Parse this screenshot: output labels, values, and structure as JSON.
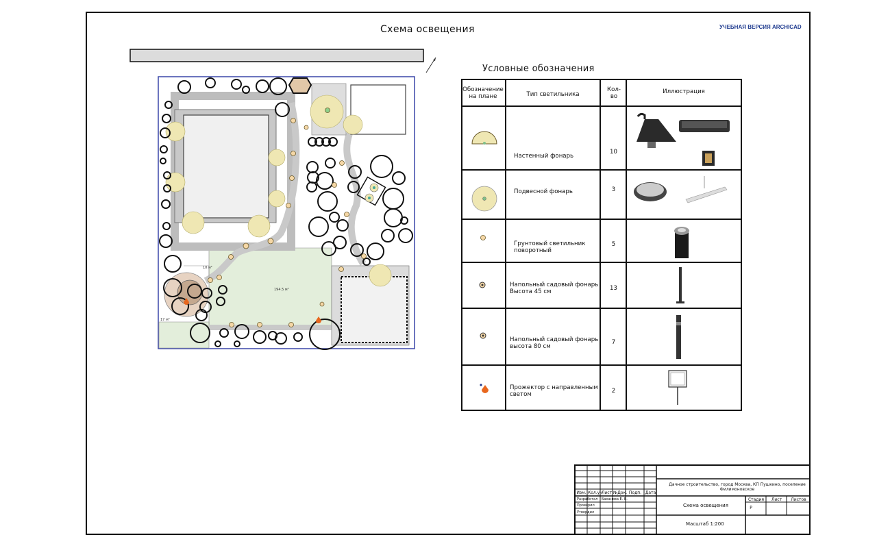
{
  "sheet": {
    "title": "Схема освещения",
    "watermark": "УЧЕБНАЯ ВЕРСИЯ ARCHICAD"
  },
  "plan": {
    "area_main": "194.5 м²",
    "area_small": "10 м²",
    "area_corner": "17 м²"
  },
  "legend": {
    "title": "Условные обозначения",
    "headers": {
      "symbol": "Обозначение на плане",
      "type": "Тип светильника",
      "count": "Кол-во",
      "illustration": "Иллюстрация"
    },
    "rows": [
      {
        "icon": "wall-lamp-icon",
        "type": "Настенный фонарь",
        "count": "10"
      },
      {
        "icon": "pendant-lamp-icon",
        "type": "Подвесной фонарь",
        "count": "3"
      },
      {
        "icon": "ground-light-icon",
        "type": "Грунтовый светильник поворотный",
        "count": "5"
      },
      {
        "icon": "bollard-45-icon",
        "type": "Напольный садовый фонарь Высота 45 см",
        "count": "13"
      },
      {
        "icon": "bollard-80-icon",
        "type": "Напольный садовый фонарь высота 80 см",
        "count": "7"
      },
      {
        "icon": "floodlight-icon",
        "type": "Прожектор с направленным светом",
        "count": "2"
      }
    ]
  },
  "title_block": {
    "cols": [
      "Изм.",
      "Кол.уч",
      "Лист",
      "№Док.",
      "Подп.",
      "Дата"
    ],
    "roles": [
      "Разработал",
      "Проверил",
      "Утвердил"
    ],
    "author": "Баканова Е. В.",
    "project": "Дачное строительство, город Москва, КП Пушкино, поселение Филимоновское",
    "drawing": "Схема освещения",
    "scale": "Масштаб 1:200",
    "stage_label": "Стадия",
    "sheet_label": "Лист",
    "sheets_label": "Листов",
    "stage_value": "Р"
  },
  "colors": {
    "border": "#111111",
    "plan_outline": "#3a46a8",
    "lamp_fill": "#f2ecb8",
    "lawn": "#e3eedb",
    "building": "#eeeeee",
    "accent_orange": "#e8671e",
    "watermark": "#1f3b8f"
  }
}
